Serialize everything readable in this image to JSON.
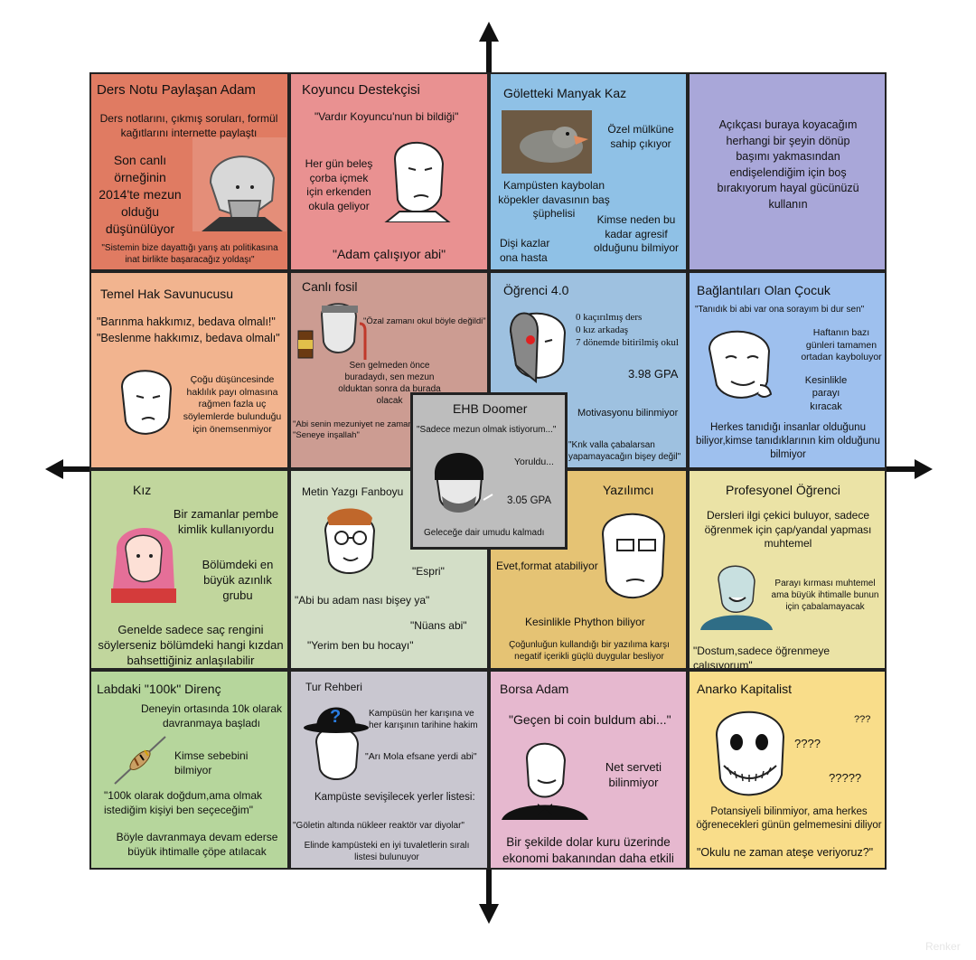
{
  "cells": {
    "ders_notu": {
      "title": "Ders Notu Paylaşan Adam",
      "desc": "Ders notlarını, çıkmış soruları, formül kağıtlarını internette paylaştı",
      "note": "Son canlı örneğinin 2014'te mezun olduğu düşünülüyor",
      "quote": "\"Sistemin bize dayattığı yarış atı politikasına inat birlikte başaracağız yoldaşı\"",
      "color": "#e07b62"
    },
    "koyuncu": {
      "title": "Koyuncu Destekçisi",
      "quote1": "\"Vardır Koyuncu'nun bi bildiği\"",
      "desc": "Her gün beleş çorba içmek için erkenden okula geliyor",
      "quote2": "\"Adam çalışıyor abi\"",
      "color": "#e99191"
    },
    "kaz": {
      "title": "Göletteki Manyak Kaz",
      "t1": "Özel mülküne sahip çıkıyor",
      "t2": "Kampüsten kaybolan köpekler davasının baş şüphelisi",
      "t3": "Kimse neden bu kadar agresif olduğunu bilmiyor",
      "t4": "Dişi kazlar ona hasta",
      "color": "#8fc1e6"
    },
    "bos": {
      "text": "Açıkçası buraya koyacağım herhangi bir şeyin dönüp başımı yakmasından endişelendiğim için boş bırakıyorum hayal gücünüzü kullanın",
      "color": "#a9a7d9"
    },
    "temel_hak": {
      "title": "Temel Hak Savunucusu",
      "quote1": "\"Barınma hakkımız, bedava olmalı!\"",
      "quote2": "\"Beslenme hakkımız, bedava olmalı\"",
      "desc": "Çoğu düşüncesinde haklılık payı olmasına rağmen fazla uç söylemlerde bulunduğu için önemsenmiyor",
      "color": "#f2b48f"
    },
    "canli_fosil": {
      "title": "Canlı fosil",
      "quote1": "\"Özal zamanı okul böyle değildi\"",
      "desc": "Sen gelmeden önce buradaydı, sen mezun olduktan sonra da burada olacak",
      "quote2": "\"Abi senin mezuniyet ne zaman?\"",
      "quote3": "\"Seneye inşallah\"",
      "color": "#cc9c92"
    },
    "ogrenci4": {
      "title": "Öğrenci 4.0",
      "l1": "0 kaçırılmış ders",
      "l2": "0 kız arkadaş",
      "l3": "7 dönemde bitirilmiş okul",
      "gpa": "3.98 GPA",
      "motiv": "Motivasyonu bilinmiyor",
      "quote": "\"Knk valla çabalarsan yapamayacağın bişey değil\"",
      "color": "#9ec1e0"
    },
    "baglanti": {
      "title": "Bağlantıları Olan Çocuk",
      "quote": "\"Tanıdık bi abi var ona sorayım bi dur sen\"",
      "t1": "Haftanın bazı günleri tamamen ortadan kayboluyor",
      "t2": "Kesinlikle parayı kıracak",
      "t3": "Herkes tanıdığı insanlar olduğunu biliyor,kimse tanıdıklarının kim olduğunu bilmiyor",
      "color": "#9ec0ee"
    },
    "ehb": {
      "title": "EHB Doomer",
      "quote": "\"Sadece mezun olmak istiyorum...\"",
      "t1": "Yoruldu...",
      "gpa": "3.05 GPA",
      "t2": "Geleceğe dair umudu kalmadı",
      "color": "#bdbdbd"
    },
    "kiz": {
      "title": "Kız",
      "t1": "Bir zamanlar pembe kimlik kullanıyordu",
      "t2": "Bölümdeki en büyük azınlık grubu",
      "t3": "Genelde sadece saç rengini söylerseniz bölümdeki hangi kızdan bahsettiğiniz anlaşılabilir",
      "color": "#c1d69d"
    },
    "metin": {
      "title": "Metin Yazgı Fanboyu",
      "q1": "\"Espri\"",
      "q2": "\"Abi bu adam nası bişey ya\"",
      "q3": "\"Nüans abi\"",
      "q4": "\"Yerim ben bu hocayı\"",
      "color": "#d3dec7"
    },
    "yazilimci": {
      "title": "Yazılımcı",
      "t1": "Evet,format atabiliyor",
      "t2": "Kesinlikle Phython biliyor",
      "t3": "Çoğunluğun kullandığı bir yazılıma karşı negatif içerikli güçlü duygular besliyor",
      "color": "#e5c374"
    },
    "profesyonel": {
      "title": "Profesyonel Öğrenci",
      "t1": "Dersleri ilgi çekici buluyor, sadece öğrenmek için çap/yandal yapması muhtemel",
      "t2": "Parayı kırması muhtemel ama büyük ihtimalle bunun için çabalamayacak",
      "quote": "\"Dostum,sadece öğrenmeye çalışıyorum\"",
      "color": "#ebe3a6"
    },
    "labdaki": {
      "title": "Labdaki \"100k\" Direnç",
      "t1": "Deneyin ortasında 10k olarak davranmaya başladı",
      "t2": "Kimse sebebini bilmiyor",
      "quote": "\"100k olarak doğdum,ama olmak istediğim kişiyi ben seçeceğim\"",
      "t3": "Böyle davranmaya devam ederse büyük ihtimalle çöpe atılacak",
      "color": "#b6d69c"
    },
    "tur": {
      "title": "Tur Rehberi",
      "t1": "Kampüsün her karışına ve her karışının tarihine hakim",
      "quote": "\"Arı Mola efsane yerdi abi\"",
      "t2": "Kampüste sevişilecek yerler listesi:",
      "quote2": "\"Göletin altında nükleer reaktör var diyolar\"",
      "t3": "Elinde kampüsteki en iyi tuvaletlerin sıralı listesi bulunuyor",
      "color": "#c9c7d0"
    },
    "borsa": {
      "title": "Borsa Adam",
      "quote": "\"Geçen bi coin buldum abi...\"",
      "t1": "Net serveti bilinmiyor",
      "t2": "Bir şekilde dolar kuru üzerinde ekonomi bakanından daha etkili",
      "color": "#e6b8cf"
    },
    "anarko": {
      "title": "Anarko Kapitalist",
      "q1": "???",
      "q2": "????",
      "q3": "?????",
      "t1": "Potansiyeli bilinmiyor, ama herkes öğrenecekleri günün gelmemesini diliyor",
      "quote": "\"Okulu ne zaman ateşe veriyoruz?\"",
      "color": "#f9dd8a"
    }
  },
  "watermark": "Renker"
}
